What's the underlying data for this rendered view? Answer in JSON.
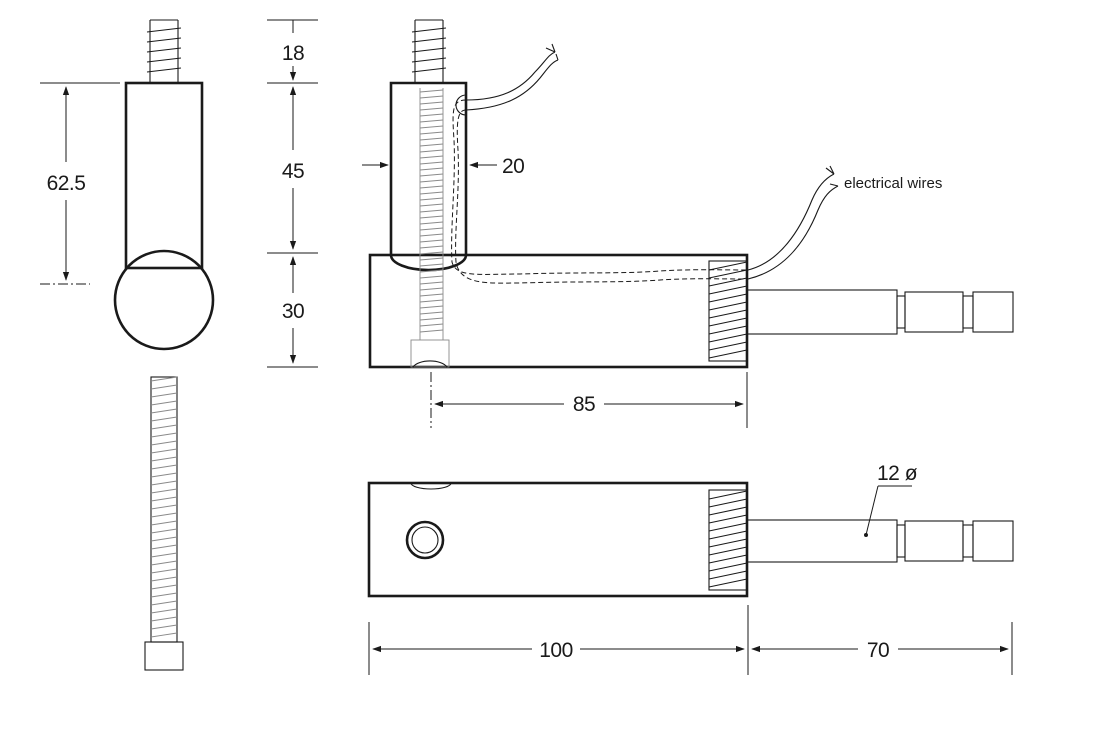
{
  "diagram": {
    "dimensions": {
      "d_62_5": "62.5",
      "d_18": "18",
      "d_45": "45",
      "d_20": "20",
      "d_30": "30",
      "d_85": "85",
      "d_12": "12 ø",
      "d_100": "100",
      "d_70": "70"
    },
    "annotations": {
      "wires": "electrical wires"
    },
    "colors": {
      "stroke": "#1a1a1a",
      "hidden_detail": "#8a8a8a",
      "background": "#ffffff"
    }
  }
}
